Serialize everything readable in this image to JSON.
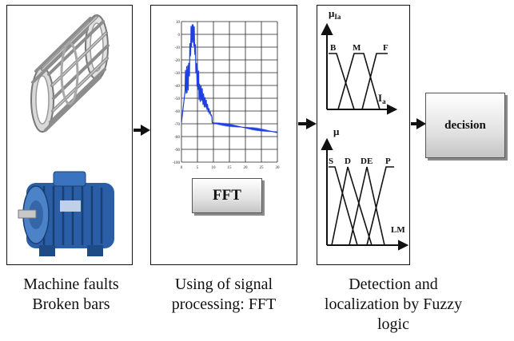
{
  "captions": {
    "machine": [
      "Machine faults",
      "Broken bars"
    ],
    "signal": [
      "Using of signal",
      "processing: FFT"
    ],
    "fuzzy": [
      "Detection and",
      "localization by Fuzzy",
      "logic"
    ]
  },
  "fft_label": "FFT",
  "decision_label": "decision",
  "fuzzy_top": {
    "axis_y": "μ",
    "axis_y_sub": "Ia",
    "axis_x": "I",
    "axis_x_sub": "a",
    "sets": [
      "B",
      "M",
      "F"
    ]
  },
  "fuzzy_bottom": {
    "axis_y": "μ",
    "axis_x": "LM",
    "sets": [
      "S",
      "D",
      "DE",
      "P"
    ]
  },
  "fft_plot": {
    "x_ticks": [
      "0",
      "5",
      "10",
      "15",
      "20",
      "25",
      "30"
    ],
    "y_ticks": [
      "10",
      "0",
      "-10",
      "-20",
      "-30",
      "-40",
      "-50",
      "-60",
      "-70",
      "-80",
      "-90",
      "-100"
    ]
  },
  "colors": {
    "fft_curve": "#1f3fe0",
    "motor_body": "#2a5fa8"
  }
}
